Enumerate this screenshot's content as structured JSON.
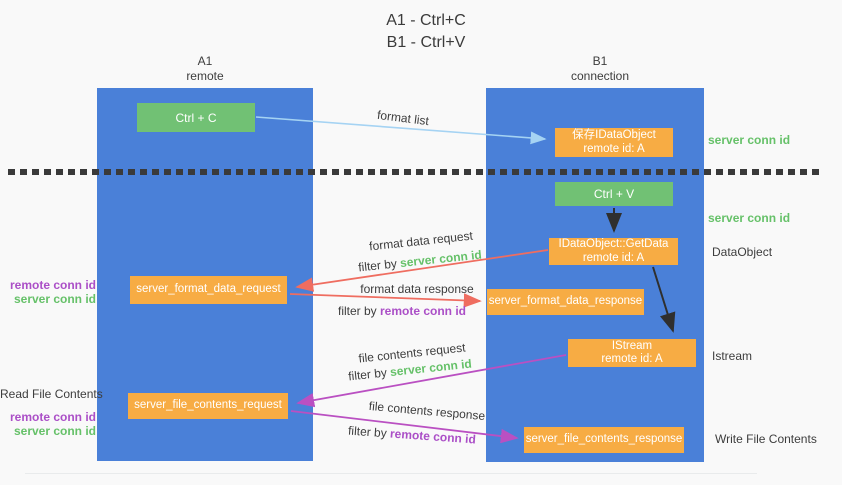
{
  "title": {
    "line1": "A1 - Ctrl+C",
    "line2": "B1 - Ctrl+V"
  },
  "lanes": {
    "a1": {
      "name": "A1",
      "role": "remote"
    },
    "b1": {
      "name": "B1",
      "role": "connection"
    }
  },
  "nodes": {
    "ctrl_c": {
      "label": "Ctrl + C"
    },
    "save_idataobject": {
      "line1": "保存IDataObject",
      "line2": "remote id: A"
    },
    "ctrl_v": {
      "label": "Ctrl + V"
    },
    "idataobject_getdata": {
      "line1": "IDataObject::GetData",
      "line2": "remote id: A"
    },
    "server_format_data_request": {
      "label": "server_format_data_request"
    },
    "server_format_data_response": {
      "label": "server_format_data_response"
    },
    "istream": {
      "line1": "IStream",
      "line2": "remote id: A"
    },
    "server_file_contents_request": {
      "label": "server_file_contents_request"
    },
    "server_file_contents_response": {
      "label": "server_file_contents_response"
    }
  },
  "annotations": {
    "format_list": "format list",
    "format_data_request": "format data request",
    "format_data_response": "format data response",
    "file_contents_request": "file contents request",
    "file_contents_response": "file contents response",
    "filter_by": "filter by ",
    "server_conn_id": "server conn id",
    "remote_conn_id": "remote conn id"
  },
  "left_labels": {
    "remote_conn_id_1": "remote conn id",
    "server_conn_id_1": "server conn id",
    "read_file_contents": "Read File Contents",
    "remote_conn_id_2": "remote conn id",
    "server_conn_id_2": "server conn id"
  },
  "right_labels": {
    "server_conn_id_1": "server conn id",
    "server_conn_id_2": "server conn id",
    "dataobject": "DataObject",
    "istream": "Istream",
    "write_file_contents": "Write File Contents"
  },
  "colors": {
    "lane_blue": "#4a80d8",
    "node_orange": "#f7ac44",
    "node_green": "#71c174",
    "green_text": "#66c169",
    "purple_text": "#ab4fc7",
    "arrow_salmon": "#ef6d60",
    "arrow_magenta": "#ba50c2",
    "arrow_lightblue": "#a5d3f3",
    "arrow_black": "#2f2f2f",
    "background": "#f9f9f9"
  }
}
